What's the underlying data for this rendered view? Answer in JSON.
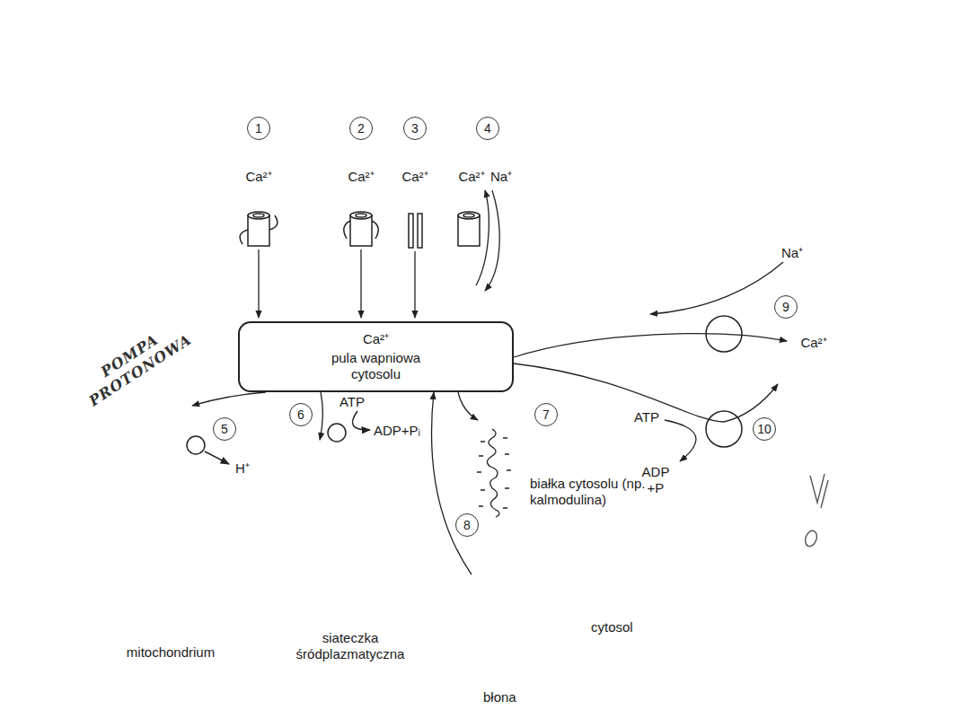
{
  "diagram": {
    "nodes": [
      {
        "text": [
          "cytosol",
          "błona"
        ]
      },
      {
        "text": [
          "Ca²⁺",
          "pula wapniowa cytosolu"
        ],
        "in": 0
      },
      {
        "text": [
          "mitochondrium"
        ],
        "in": 0
      },
      {
        "text": [
          "siateczka śródplazmatyczna"
        ],
        "in": 0
      }
    ],
    "edges": [
      {
        "from": 1,
        "to": 2,
        "arrow": "to"
      },
      {
        "from": 1,
        "to": 3,
        "arrow": "to"
      },
      {
        "from": 3,
        "to": 1,
        "arrow": "to"
      }
    ],
    "labels": [
      "1",
      "2",
      "3",
      "4",
      "Ca²⁺",
      "Ca²⁺",
      "Ca²⁺",
      "Ca²⁺",
      "Na⁺",
      "Na⁺",
      "9",
      "Ca²⁺",
      "10",
      "ATP",
      "ADP +P",
      "5",
      "H⁺",
      "POMPA PROTONOWA",
      "6",
      "ATP",
      "ADP+Pᵢ",
      "7",
      "8",
      "białka cytosolu (np. kalmodulina)"
    ]
  }
}
